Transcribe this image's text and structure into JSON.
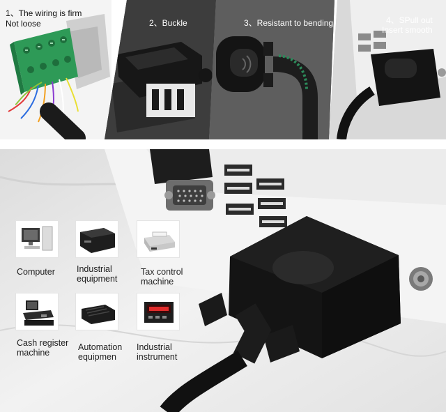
{
  "top_panels": [
    {
      "caption_line1": "1、The wiring is firm",
      "caption_line2": "Not loose"
    },
    {
      "caption": "2、Buckle"
    },
    {
      "caption": "3、Resistant to bending"
    },
    {
      "caption_line1": "4、SPull out",
      "caption_line2": "Insert smooth"
    }
  ],
  "applications": [
    {
      "icon": "computer-icon",
      "label_line1": "Computer",
      "label_line2": ""
    },
    {
      "icon": "server-chassis-icon",
      "label_line1": "Industrial",
      "label_line2": "equipment"
    },
    {
      "icon": "printer-icon",
      "label_line1": "Tax control",
      "label_line2": "machine"
    },
    {
      "icon": "cash-register-icon",
      "label_line1": "Cash register",
      "label_line2": "machine"
    },
    {
      "icon": "mini-pc-icon",
      "label_line1": "Automation",
      "label_line2": "equipmen"
    },
    {
      "icon": "digital-meter-icon",
      "label_line1": "Industrial",
      "label_line2": "instrument"
    }
  ],
  "colors": {
    "terminal_green": "#2e9a57",
    "panel_dark": "#3a3a3a",
    "connector_black": "#161616",
    "marble": "#e9e9e9"
  }
}
